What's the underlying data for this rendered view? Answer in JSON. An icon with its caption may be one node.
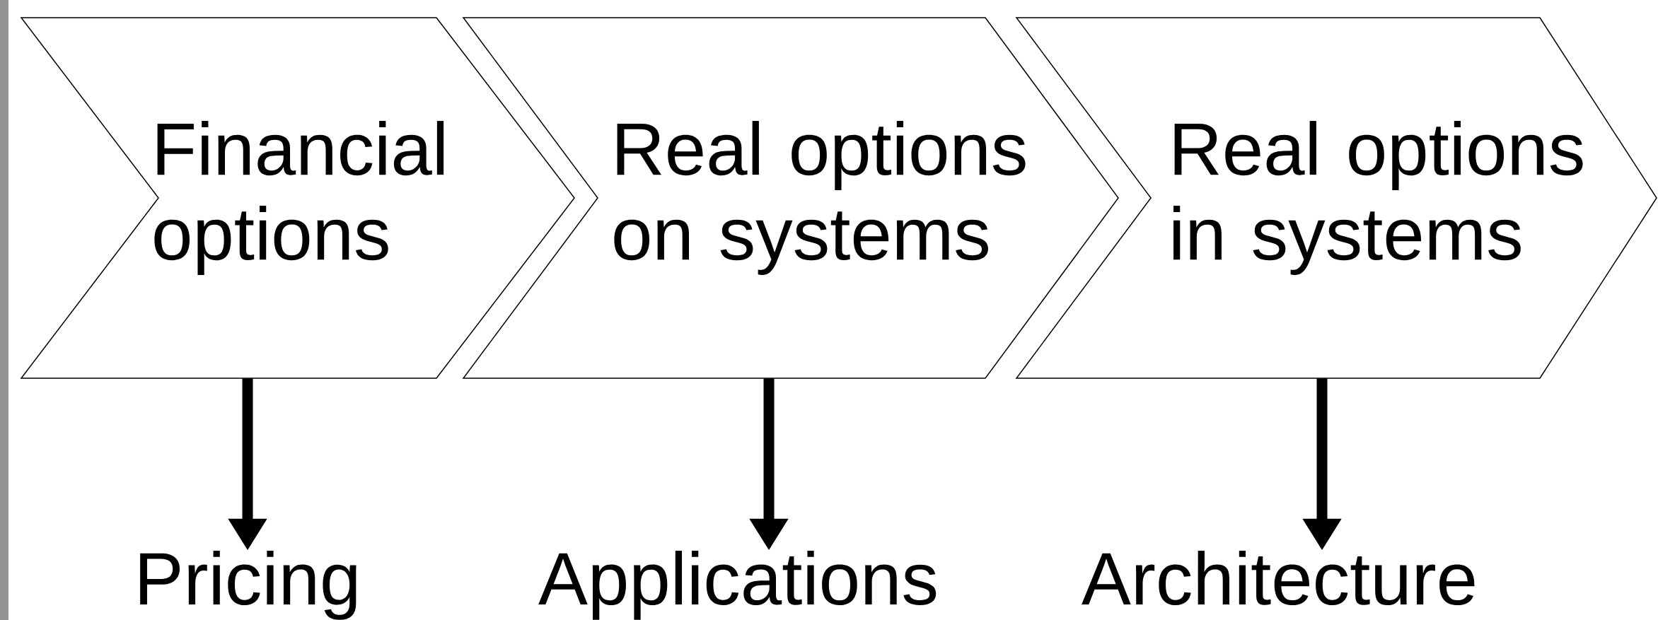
{
  "diagram": {
    "nodes": [
      {
        "text": [
          "Financial options"
        ]
      },
      {
        "text": [
          "Real options on systems"
        ]
      },
      {
        "text": [
          "Real options in systems"
        ]
      },
      {
        "text": [
          "Pricing"
        ]
      },
      {
        "text": [
          "Applications"
        ]
      },
      {
        "text": [
          "Architecture"
        ]
      }
    ],
    "edges": [
      {
        "from": 0,
        "to": 3,
        "arrow": "to"
      },
      {
        "from": 1,
        "to": 4,
        "arrow": "to"
      },
      {
        "from": 2,
        "to": 5,
        "arrow": "to"
      }
    ]
  }
}
